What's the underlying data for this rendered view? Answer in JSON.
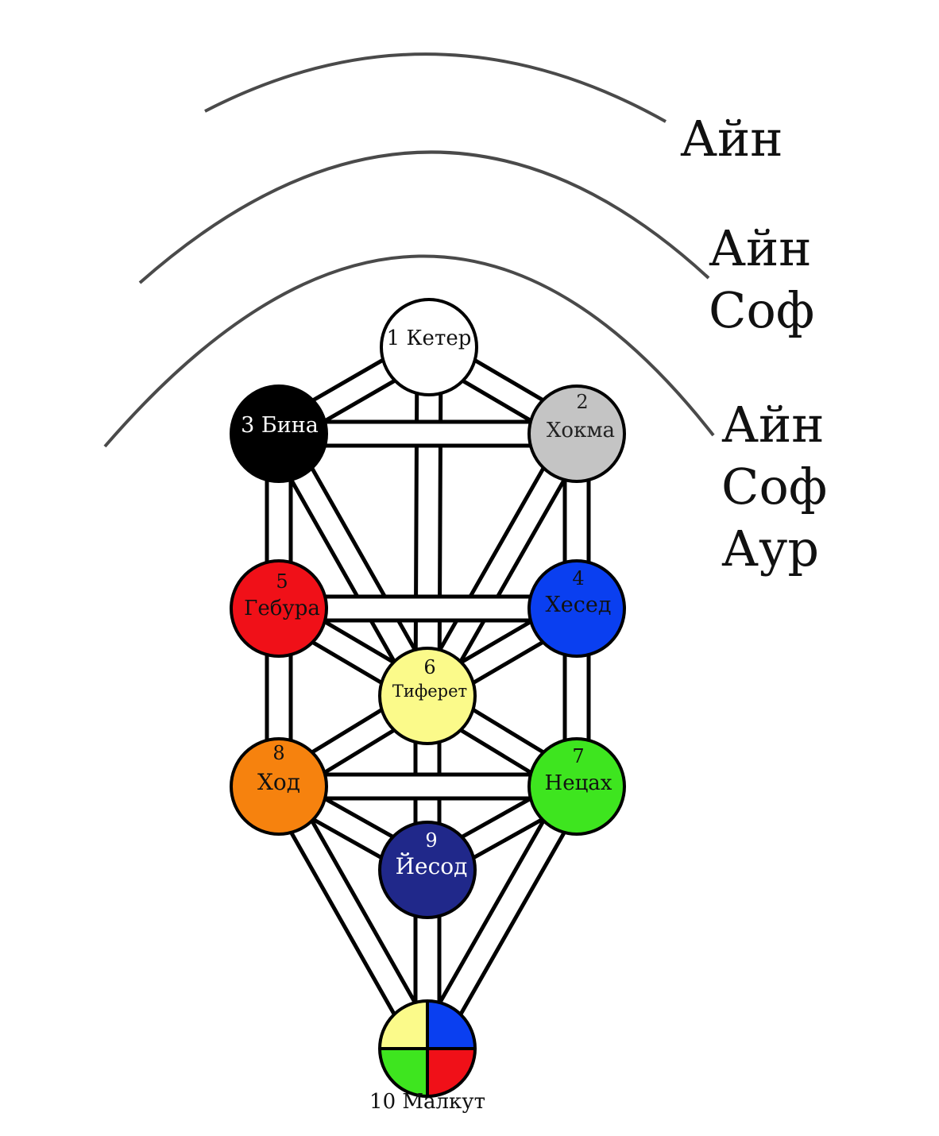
{
  "veils": {
    "ain": {
      "label": "Айн"
    },
    "ain_sof": {
      "line1": "Айн",
      "line2": "Соф"
    },
    "ain_sof_aur": {
      "line1": "Айн",
      "line2": "Соф",
      "line3": "Аур"
    }
  },
  "sefirot": {
    "keter": {
      "number": "1",
      "name": "Кетер",
      "color": "#ffffff"
    },
    "hokhma": {
      "number": "2",
      "name": "Хокма",
      "color": "#c4c4c4"
    },
    "bina": {
      "number": "3",
      "name": "Бина",
      "color": "#000000"
    },
    "hesed": {
      "number": "4",
      "name": "Хесед",
      "color": "#0a3ff0"
    },
    "gevura": {
      "number": "5",
      "name": "Гебура",
      "color": "#f01018"
    },
    "tiferet": {
      "number": "6",
      "name": "Тиферет",
      "color": "#fbfa8a"
    },
    "netzah": {
      "number": "7",
      "name": "Нецах",
      "color": "#3ee51f"
    },
    "hod": {
      "number": "8",
      "name": "Ход",
      "color": "#f6820e"
    },
    "yesod": {
      "number": "9",
      "name": "Йесод",
      "color": "#20288a"
    },
    "malkut": {
      "number": "10",
      "name": "Малкут",
      "quadrant_colors": {
        "top_left": "#fbfa8a",
        "top_right": "#0a3ff0",
        "bottom_left": "#3ee51f",
        "bottom_right": "#f01018"
      }
    }
  }
}
